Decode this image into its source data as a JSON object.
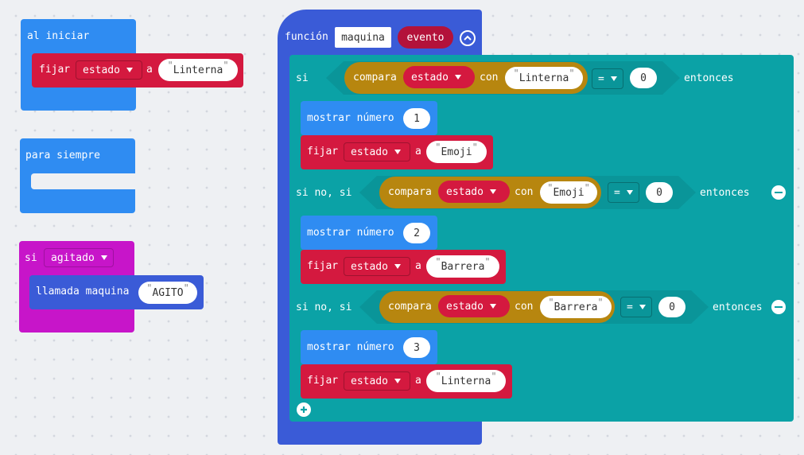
{
  "on_start": {
    "header": "al iniciar",
    "set_label": "fijar",
    "variable": "estado",
    "to_label": "a",
    "value": "Linterna"
  },
  "forever": {
    "header": "para siempre"
  },
  "on_shake": {
    "if_label": "si",
    "gesture": "agitado",
    "call_label": "llamada maquina",
    "argument": "AGITO"
  },
  "function": {
    "keyword": "función",
    "name": "maquina",
    "param": "evento",
    "branches": [
      {
        "keyword": "si",
        "compare_label": "compara",
        "variable": "estado",
        "with_label": "con",
        "compare_value": "Linterna",
        "operator": "=",
        "result": "0",
        "then_label": "entonces",
        "show_label": "mostrar número",
        "show_value": "1",
        "set_label": "fijar",
        "to_label": "a",
        "set_value": "Emoji"
      },
      {
        "keyword": "si no, si",
        "compare_label": "compara",
        "variable": "estado",
        "with_label": "con",
        "compare_value": "Emoji",
        "operator": "=",
        "result": "0",
        "then_label": "entonces",
        "show_label": "mostrar número",
        "show_value": "2",
        "set_label": "fijar",
        "to_label": "a",
        "set_value": "Barrera"
      },
      {
        "keyword": "si no, si",
        "compare_label": "compara",
        "variable": "estado",
        "with_label": "con",
        "compare_value": "Barrera",
        "operator": "=",
        "result": "0",
        "then_label": "entonces",
        "show_label": "mostrar número",
        "show_value": "3",
        "set_label": "fijar",
        "to_label": "a",
        "set_value": "Linterna"
      }
    ]
  }
}
